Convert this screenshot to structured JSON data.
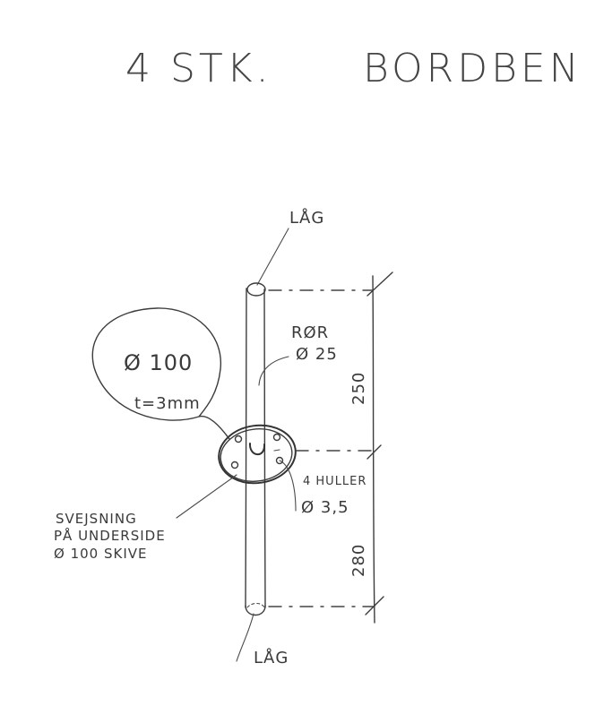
{
  "title": {
    "quantity": "4 STK.",
    "part": "BORDBEN"
  },
  "drawing": {
    "type": "hand-drawn technical sketch",
    "ink_color": "#3c3c3c",
    "background": "#ffffff"
  },
  "labels": {
    "top_cap": "LÅG",
    "bottom_cap": "LÅG",
    "tube_material": "RØR",
    "tube_diameter": "Ø 25",
    "disc_diameter": "Ø 100",
    "disc_thickness": "t=3mm",
    "holes_count": "4 HULLER",
    "holes_diameter": "Ø 3,5",
    "weld_line1": "SVEJSNING",
    "weld_line2": "PÅ UNDERSIDE",
    "weld_line3": "Ø 100 SKIVE"
  },
  "dimensions": {
    "upper": "250",
    "lower": "280"
  }
}
